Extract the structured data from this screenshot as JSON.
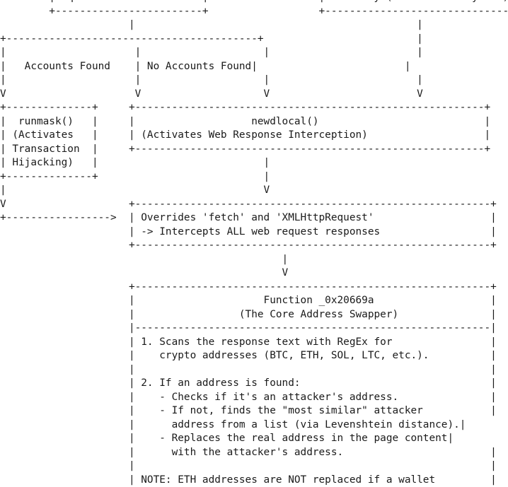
{
  "diagram": {
    "lines": [
      "        |Requests wallet accounts|                  | directly (if not already run) |",
      "        +------------------------+                  +-------------------------------+",
      "                     |                                              |",
      "+-----------------------------------------+                         |",
      "|                     |                    |                        |",
      "|   Accounts Found    | No Accounts Found|                        |",
      "|                     |                    |                        |",
      "V                     V                    V                        V",
      "+--------------+     +---------------------------------------------------------+",
      "|  runmask()   |     |                   newdlocal()                           |",
      "| (Activates   |     | (Activates Web Response Interception)                   |",
      "| Transaction  |     +---------------------------------------------------------+",
      "| Hijacking)   |                           |",
      "+--------------+                           |",
      "|                                          V",
      "V                    +----------------------------------------------------------+",
      "+----------------->  | Overrides 'fetch' and 'XMLHttpRequest'                   |",
      "                     | -> Intercepts ALL web request responses                  |",
      "                     +----------------------------------------------------------+",
      "                                              |",
      "                                              V",
      "                     +----------------------------------------------------------+",
      "                     |                     Function _0x20669a                   |",
      "                     |                 (The Core Address Swapper)               |",
      "                     |----------------------------------------------------------|",
      "                     | 1. Scans the response text with RegEx for                |",
      "                     |    crypto addresses (BTC, ETH, SOL, LTC, etc.).          |",
      "                     |                                                          |",
      "                     | 2. If an address is found:                               |",
      "                     |    - Checks if it's an attacker's address.               |",
      "                     |    - If not, finds the \"most similar\" attacker           |",
      "                     |      address from a list (via Levenshtein distance).|",
      "                     |    - Replaces the real address in the page content|",
      "                     |      with the attacker's address.                        |",
      "                     |                                                          |",
      "                     | NOTE: ETH addresses are NOT replaced if a wallet         |"
    ]
  }
}
